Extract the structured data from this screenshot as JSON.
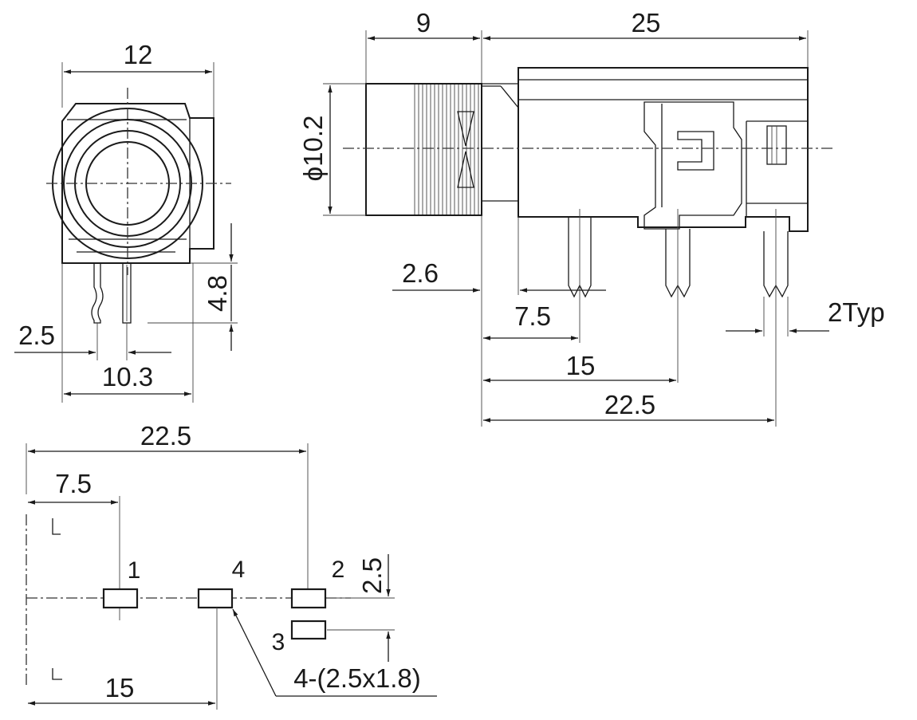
{
  "front_view": {
    "width_label": "12",
    "pin_height_label": "4.8",
    "pin_offset_label": "2.5",
    "base_width_label": "10.3"
  },
  "side_view": {
    "nut_length_label": "9",
    "body_length_label": "25",
    "diameter_label": "ϕ10.2",
    "offset_label": "2.6",
    "pin1_label": "7.5",
    "pin2_label": "15",
    "pin3_label": "22.5",
    "pin_width_label": "2Typ"
  },
  "footprint": {
    "overall_label": "22.5",
    "pitch_label": "7.5",
    "pad4_label": "15",
    "vertical_label": "2.5",
    "pad_size_label": "4-(2.5x1.8)",
    "pads": [
      "1",
      "4",
      "2",
      "3"
    ]
  }
}
